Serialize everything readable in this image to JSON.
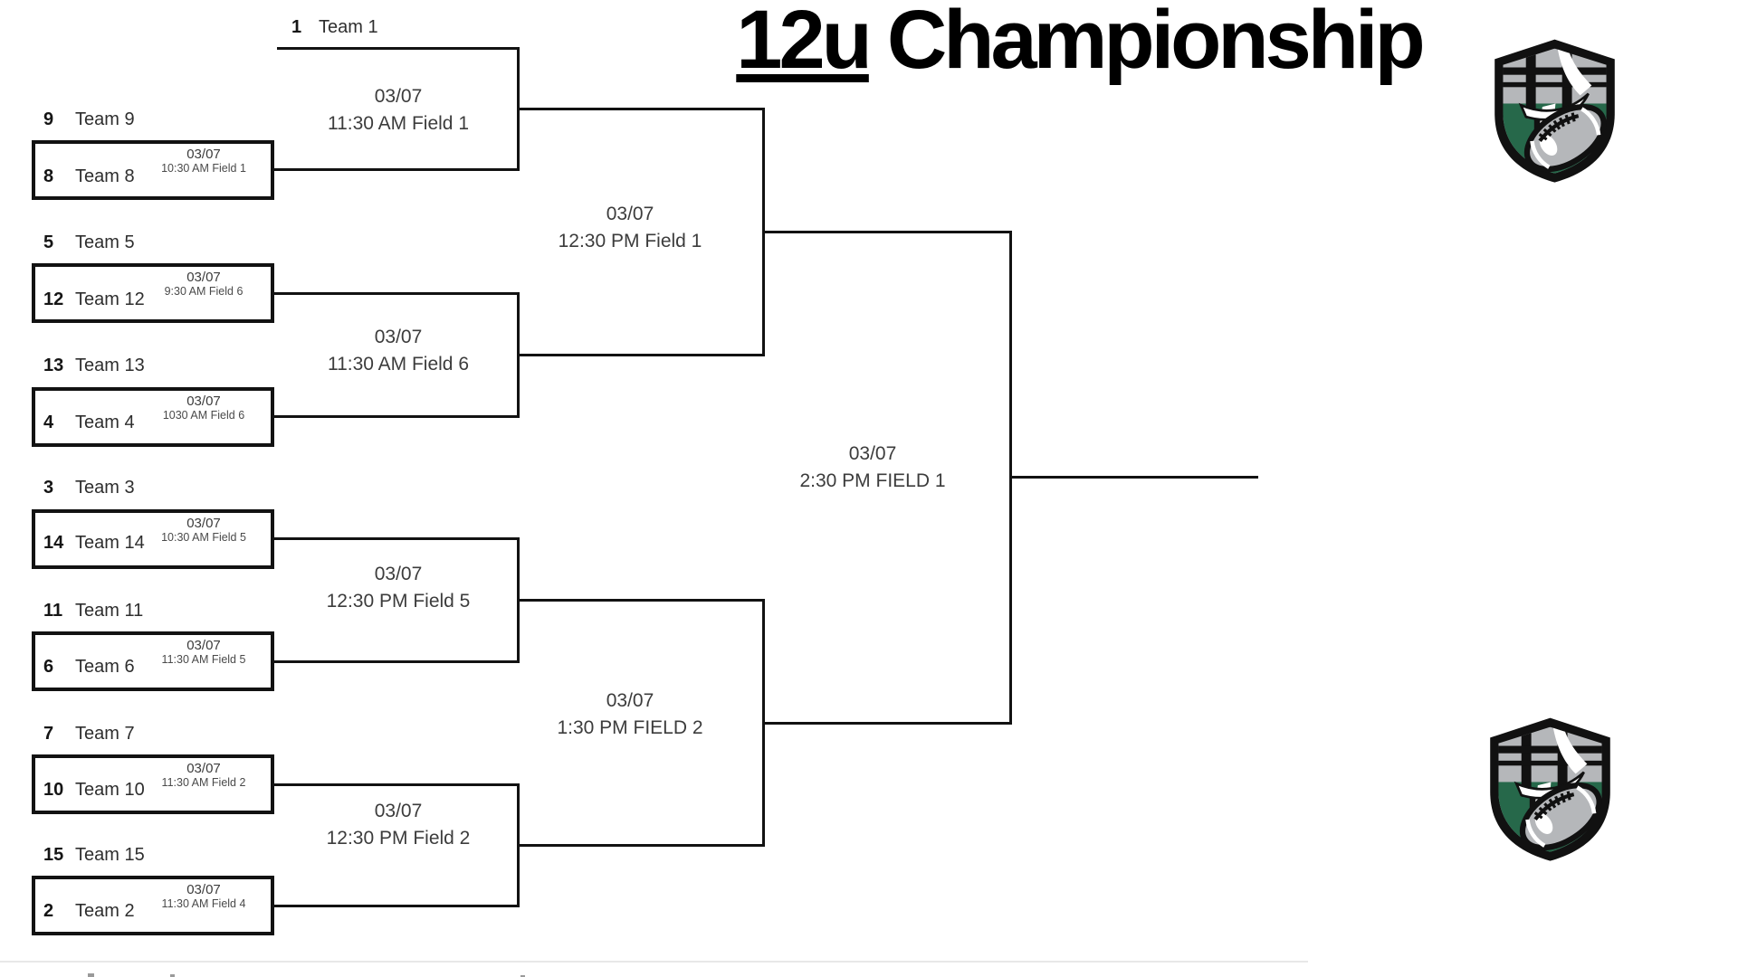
{
  "title": {
    "underlined_part": "12u",
    "rest_part": "Championship"
  },
  "colors": {
    "line": "#121212",
    "divider": "#e8e8e8",
    "logo_green": "#26684a",
    "logo_gray": "#b5b7ba",
    "logo_black": "#111111"
  },
  "bracket": {
    "bye_team": {
      "seed": "1",
      "name": "Team 1"
    },
    "round1": [
      {
        "top": {
          "seed": "9",
          "name": "Team 9"
        },
        "bottom": {
          "seed": "8",
          "name": "Team 8"
        },
        "date": "03/07",
        "time_field": "10:30 AM Field 1"
      },
      {
        "top": {
          "seed": "5",
          "name": "Team 5"
        },
        "bottom": {
          "seed": "12",
          "name": "Team 12"
        },
        "date": "03/07",
        "time_field": "9:30 AM Field 6"
      },
      {
        "top": {
          "seed": "13",
          "name": "Team 13"
        },
        "bottom": {
          "seed": "4",
          "name": "Team 4"
        },
        "date": "03/07",
        "time_field": "1030 AM Field 6"
      },
      {
        "top": {
          "seed": "3",
          "name": "Team 3"
        },
        "bottom": {
          "seed": "14",
          "name": "Team 14"
        },
        "date": "03/07",
        "time_field": "10:30 AM Field 5"
      },
      {
        "top": {
          "seed": "11",
          "name": "Team 11"
        },
        "bottom": {
          "seed": "6",
          "name": "Team 6"
        },
        "date": "03/07",
        "time_field": "11:30 AM Field 5"
      },
      {
        "top": {
          "seed": "7",
          "name": "Team 7"
        },
        "bottom": {
          "seed": "10",
          "name": "Team 10"
        },
        "date": "03/07",
        "time_field": "11:30 AM Field 2"
      },
      {
        "top": {
          "seed": "15",
          "name": "Team 15"
        },
        "bottom": {
          "seed": "2",
          "name": "Team 2"
        },
        "date": "03/07",
        "time_field": "11:30 AM Field 4"
      }
    ],
    "quarterfinals": [
      {
        "date": "03/07",
        "time_field": "11:30 AM Field 1"
      },
      {
        "date": "03/07",
        "time_field": "11:30 AM Field 6"
      },
      {
        "date": "03/07",
        "time_field": "12:30 PM Field 5"
      },
      {
        "date": "03/07",
        "time_field": "12:30 PM Field 2"
      }
    ],
    "semifinals": [
      {
        "date": "03/07",
        "time_field": "12:30 PM Field 1"
      },
      {
        "date": "03/07",
        "time_field": "1:30 PM FIELD 2"
      }
    ],
    "final": {
      "date": "03/07",
      "time_field": "2:30 PM FIELD 1"
    }
  },
  "logo": {
    "name": "football-shield-logo"
  }
}
